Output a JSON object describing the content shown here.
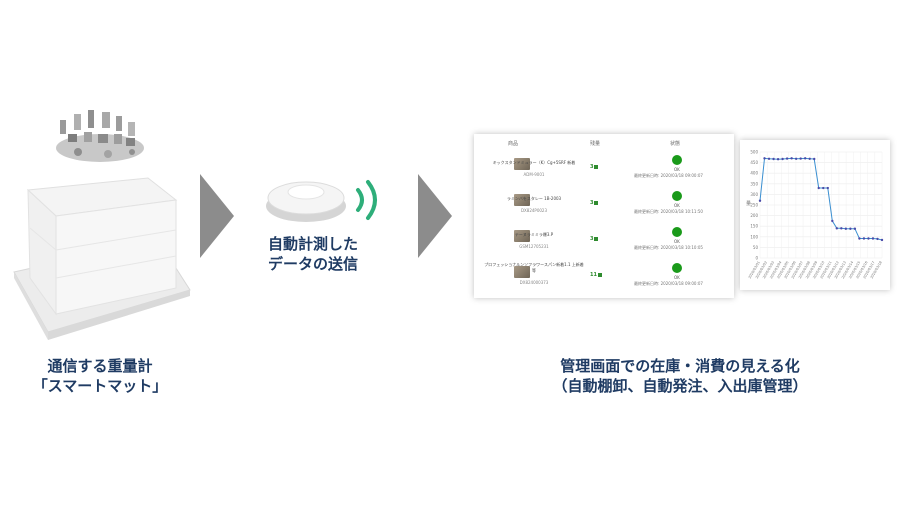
{
  "left": {
    "caption_line1": "通信する重量計",
    "caption_line2": "「スマートマット」"
  },
  "middle": {
    "caption_line1": "自動計測した",
    "caption_line2": "データの送信"
  },
  "right": {
    "caption_line1": "管理画面での在庫・消費の見える化",
    "caption_line2": "（自動棚卸、自動発注、入出庫管理）"
  },
  "table": {
    "headers": [
      "商品",
      "残量",
      "状態"
    ],
    "rows": [
      {
        "name": "キックスタンドミュラー（K）Cg+5SRF 新着",
        "code": "ADM-9001",
        "qty": "3",
        "status": "OK",
        "ts": "最終更新日時: 2020/03/18 09:00:07"
      },
      {
        "name": "ラミンバをスタレー 1B-2003",
        "code": "DX824P0023",
        "qty": "3",
        "status": "OK",
        "ts": "最終更新日時: 2020/03/18 10:11:50"
      },
      {
        "name": "テーヌラミミラ爆3.P",
        "code": "GSM12705231",
        "qty": "3",
        "status": "OK",
        "ts": "最終更新日時: 2020/03/18 10:10:05"
      },
      {
        "name": "プロフェッショナルンソフラワースパン新着1.1 上新着等",
        "code": "DX824000373",
        "qty": "11",
        "status": "OK",
        "ts": "最終更新日時: 2020/03/18 09:00:07"
      }
    ]
  },
  "chart_data": {
    "type": "line",
    "title": "",
    "xlabel": "",
    "ylabel": "量",
    "ylim": [
      0,
      500
    ],
    "yticks": [
      0,
      50,
      100,
      150,
      200,
      250,
      300,
      350,
      400,
      450,
      500
    ],
    "x_tick_labels": [
      "2020/03/01",
      "2020/03/02",
      "2020/03/03",
      "2020/03/04",
      "2020/03/05",
      "2020/03/06",
      "2020/03/07",
      "2020/03/08",
      "2020/03/09",
      "2020/03/10",
      "2020/03/11",
      "2020/03/12",
      "2020/03/13",
      "2020/03/14",
      "2020/03/15",
      "2020/03/16",
      "2020/03/17",
      "2020/03/18"
    ],
    "series": [
      {
        "values": [
          270,
          470,
          468,
          467,
          466,
          467,
          469,
          470,
          468,
          469,
          470,
          468,
          467,
          330,
          330,
          330,
          175,
          140,
          140,
          138,
          138,
          138,
          92,
          92,
          92,
          92,
          90,
          85
        ]
      }
    ],
    "color": "#3a8fd1",
    "marker_color": "#4a4aa8"
  },
  "colors": {
    "caption": "#1f3b63",
    "arrow": "#8c8c8c",
    "signal": "#2eae7a",
    "status_ok": "#1a9a1a"
  }
}
